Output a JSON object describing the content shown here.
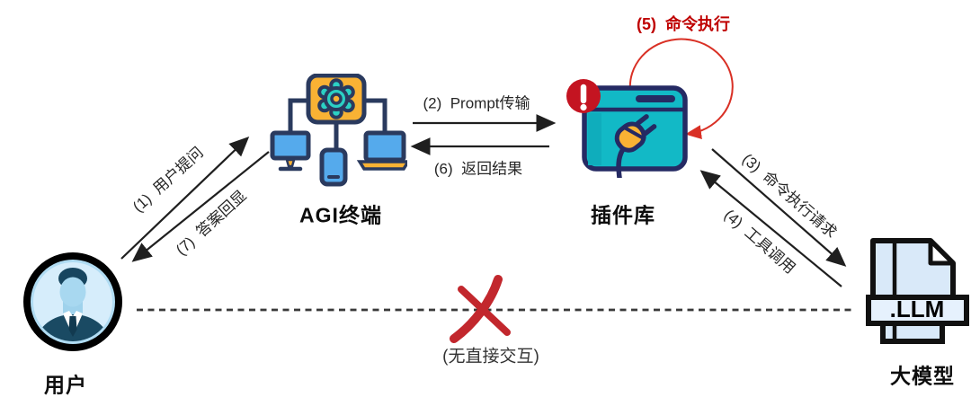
{
  "nodes": {
    "user": {
      "label": "用户",
      "icon": "user-avatar-icon"
    },
    "agi": {
      "label": "AGI终端",
      "icon": "agi-terminal-icon"
    },
    "plugin": {
      "label": "插件库",
      "icon": "plugin-window-icon"
    },
    "llm": {
      "label": "大模型",
      "file_ext": ".LLM",
      "icon": "llm-file-icon"
    }
  },
  "edges": {
    "e1": {
      "label": "(1)  用户提问"
    },
    "e2": {
      "label": "(2)  Prompt传输"
    },
    "e3": {
      "label": "(3)  命令执行请求"
    },
    "e4": {
      "label": "(4)  工具调用"
    },
    "e5": {
      "label": "(5)  命令执行"
    },
    "e6": {
      "label": "(6)  返回结果"
    },
    "e7": {
      "label": "(7)  答案回显"
    },
    "no_direct": {
      "label": "(无直接交互)"
    }
  },
  "colors": {
    "arrow": "#1f1f1f",
    "dashed_line": "#3a3a3a",
    "loop_red": "#d93025",
    "step5_red": "#bf0000",
    "cross_red": "#c2272d",
    "teal": "#12b9c6",
    "navy": "#252a63",
    "orange": "#f9b234",
    "device_blue": "#55aaec",
    "doc_blue": "#d9e9f9",
    "badge_red": "#c41421",
    "avatar_light_blue": "#b0dcf3"
  }
}
